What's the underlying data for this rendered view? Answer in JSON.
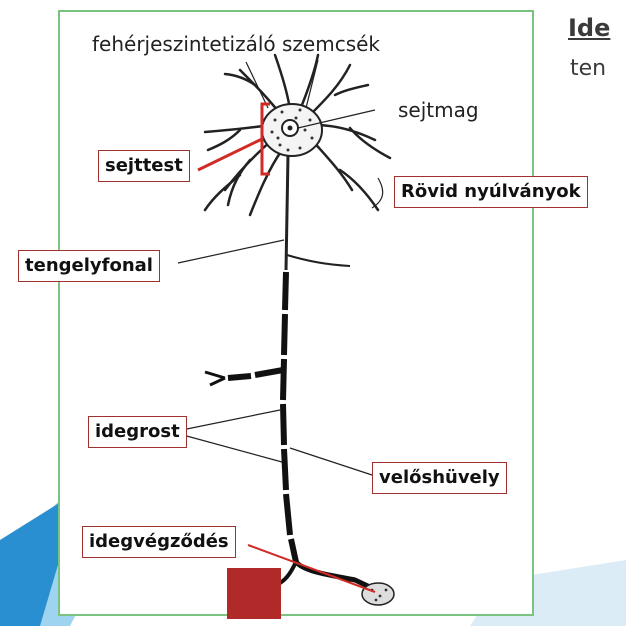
{
  "slide": {
    "heading": "Ide",
    "subheading": "ten"
  },
  "diagram": {
    "captions": {
      "ribosomes": "fehérjeszintetizáló szemcsék",
      "nucleus": "sejtmag"
    },
    "labels": {
      "cell_body": "sejttest",
      "dendrites": "Rövid nyúlványok",
      "axon": "tengelyfonal",
      "nerve_fiber": "idegrost",
      "myelin_sheath": "velőshüvely",
      "nerve_ending": "idegvégződés"
    }
  },
  "colors": {
    "frame_border": "#7bc47f",
    "label_border": "#a0312f",
    "annotation_red": "#d12b25",
    "square_fill": "#b02a2a",
    "corner_blue": "#1f7fc0"
  }
}
